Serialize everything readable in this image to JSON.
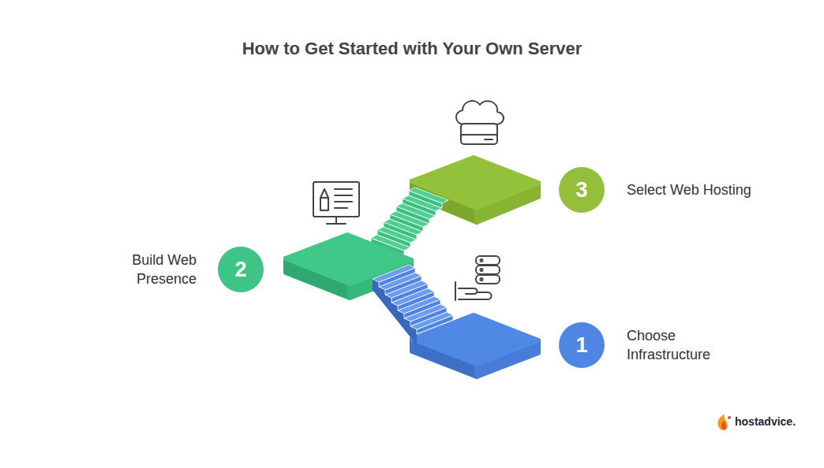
{
  "diagram": {
    "title": "How to Get Started with Your Own Server",
    "nodes": [
      {
        "text": [
          "1",
          "Choose Infrastructure"
        ]
      },
      {
        "text": [
          "2",
          "Build Web Presence"
        ]
      },
      {
        "text": [
          "3",
          "Select Web Hosting"
        ]
      }
    ],
    "labels": [
      "hostadvice."
    ]
  }
}
